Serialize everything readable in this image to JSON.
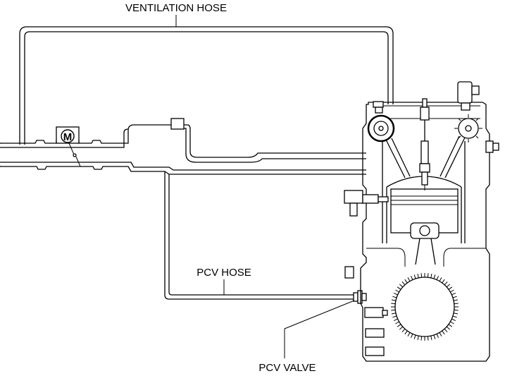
{
  "labels": {
    "ventilation_hose": "VENTILATION HOSE",
    "pcv_hose": "PCV HOSE",
    "pcv_valve": "PCV VALVE",
    "mark": "M"
  },
  "colors": {
    "line": "#000000",
    "background": "#ffffff"
  }
}
